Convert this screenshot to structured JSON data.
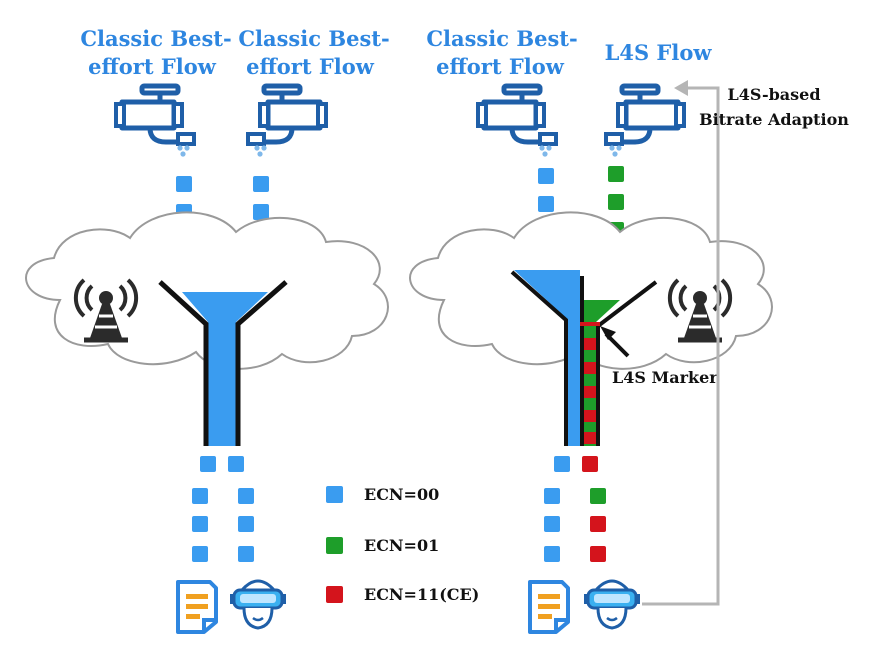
{
  "colors": {
    "ecn00": "#3a9cf0",
    "ecn01": "#1e9e2a",
    "ecn11": "#d4141c",
    "faucet": "#1f5fa8",
    "title": "#2e86e0",
    "cloud_stroke": "#9a9a9a",
    "feedback_arrow": "#b5b5b5"
  },
  "left_panel": {
    "flow1": {
      "line1": "Classic Best-",
      "line2": "effort Flow"
    },
    "flow2": {
      "line1": "Classic Best-",
      "line2": "effort Flow"
    },
    "base_station_icon": "cell-tower-icon",
    "end_devices": [
      "document-icon",
      "vr-headset-user-icon"
    ]
  },
  "right_panel": {
    "flow1": {
      "line1": "Classic Best-",
      "line2": "effort Flow"
    },
    "l4s_flow_label": "L4S Flow",
    "marker_label": "L4S Marker",
    "adaptation_label_line1": "L4S-based",
    "adaptation_label_line2": "Bitrate Adaption",
    "base_station_icon": "cell-tower-icon",
    "end_devices": [
      "document-icon",
      "vr-headset-user-icon"
    ]
  },
  "legend": [
    {
      "label": "ECN=00",
      "color_key": "ecn00"
    },
    {
      "label": "ECN=01",
      "color_key": "ecn01"
    },
    {
      "label": "ECN=11(CE)",
      "color_key": "ecn11"
    }
  ]
}
